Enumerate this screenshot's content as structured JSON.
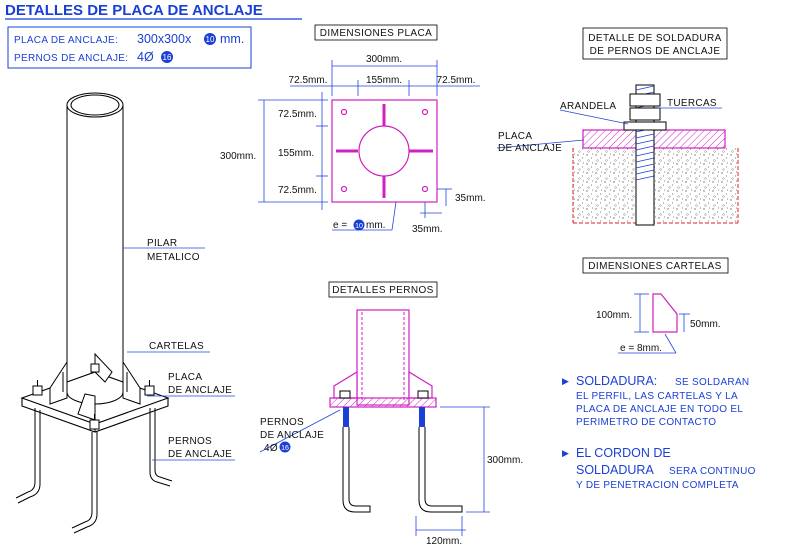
{
  "title": "DETALLES DE PLACA DE ANCLAJE",
  "spec_box": {
    "placa_label": "PLACA DE ANCLAJE:",
    "placa_value": "300x300x",
    "placa_thickness": "10",
    "placa_unit": "mm.",
    "pernos_label": "PERNOS DE ANCLAJE:",
    "pernos_value": "4Ø",
    "pernos_diameter": "16"
  },
  "dimensiones_placa": {
    "title": "DIMENSIONES PLACA",
    "overall_width": "300mm.",
    "top_left": "72.5mm.",
    "top_mid": "155mm.",
    "top_right": "72.5mm.",
    "left_top": "72.5mm.",
    "left_mid": "155mm.",
    "left_bottom": "72.5mm.",
    "overall_height": "300mm.",
    "edge_vertical": "35mm.",
    "edge_horizontal": "35mm.",
    "thickness_prefix": "e =",
    "thickness_value": "10",
    "thickness_unit": "mm."
  },
  "detalle_soldadura": {
    "title_line1": "DETALLE DE SOLDADURA",
    "title_line2": "DE PERNOS DE ANCLAJE",
    "arandela": "ARANDELA",
    "tuercas": "TUERCAS",
    "placa_line1": "PLACA",
    "placa_line2": "DE ANCLAJE"
  },
  "dimensiones_cartelas": {
    "title": "DIMENSIONES CARTELAS",
    "height": "100mm.",
    "width": "50mm.",
    "thickness": "e = 8mm."
  },
  "detalles_pernos": {
    "title": "DETALLES PERNOS",
    "label_line1": "PERNOS",
    "label_line2": "DE ANCLAJE",
    "label_line3_prefix": "4Ø",
    "label_line3_value": "16",
    "height": "300mm.",
    "hook": "120mm."
  },
  "iso_labels": {
    "pilar_line1": "PILAR",
    "pilar_line2": "METALICO",
    "cartelas": "CARTELAS",
    "placa_line1": "PLACA",
    "placa_line2": "DE ANCLAJE",
    "pernos_line1": "PERNOS",
    "pernos_line2": "DE ANCLAJE"
  },
  "notes": {
    "n1_head": "SOLDADURA:",
    "n1_line1": "SE SOLDARAN",
    "n1_line2": "EL PERFIL, LAS CARTELAS Y LA",
    "n1_line3": "PLACA DE ANCLAJE EN TODO EL",
    "n1_line4": "PERIMETRO DE CONTACTO",
    "n2_head1": "EL CORDON DE",
    "n2_head2": "SOLDADURA",
    "n2_line1": "SERA CONTINUO",
    "n2_line2": "Y DE PENETRACION COMPLETA"
  },
  "colors": {
    "blue": "#1a3fd6",
    "magenta": "#d020c0",
    "red": "#e02020",
    "cyan_bullet": "#1a3fd6"
  }
}
